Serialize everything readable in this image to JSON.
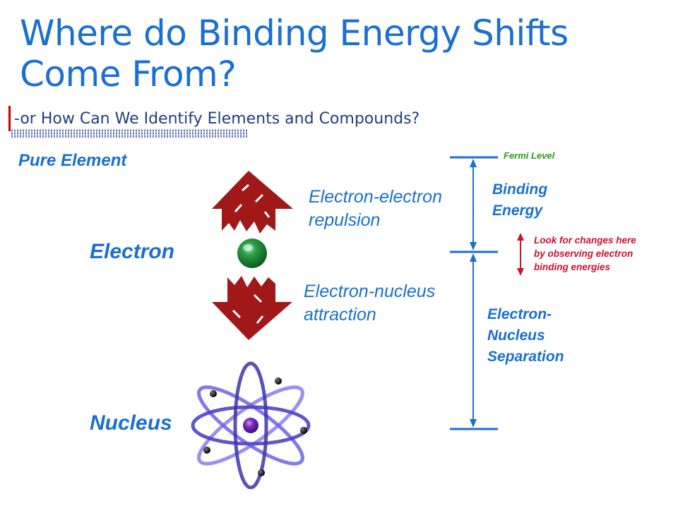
{
  "slide": {
    "title_line1": "Where do Binding Energy Shifts",
    "title_line2": "Come From?",
    "subtitle": "-or How Can We Identify Elements and Compounds?"
  },
  "labels": {
    "pure_element": "Pure Element",
    "electron": "Electron",
    "nucleus": "Nucleus",
    "repulsion_line1": "Electron-electron",
    "repulsion_line2": "repulsion",
    "attraction_line1": "Electron-nucleus",
    "attraction_line2": "attraction",
    "fermi_level": "Fermi Level",
    "binding_line1": "Binding",
    "binding_line2": "Energy",
    "separation_line1": "Electron-",
    "separation_line2": "Nucleus",
    "separation_line3": "Separation",
    "look_line1": "Look for changes here",
    "look_line2": "by observing electron",
    "look_line3": "binding energies"
  },
  "colors": {
    "title_blue": "#1a6fd0",
    "arrow_red": "#a01818",
    "electron_green": "#1e8a35",
    "fermi_green": "#2e9a1a",
    "note_red": "#d01030",
    "orbit_purple": "#6a5ae0",
    "nucleus_purple": "#6a1fa8"
  }
}
